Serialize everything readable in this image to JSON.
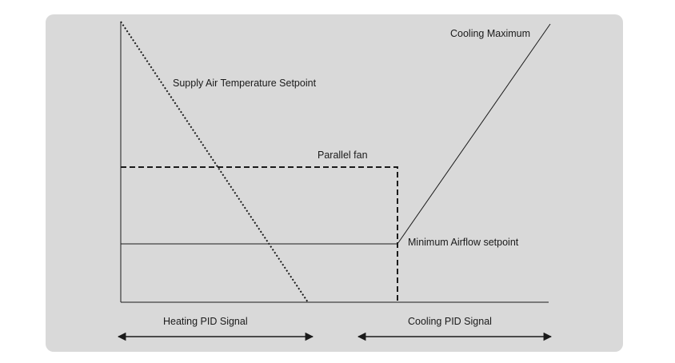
{
  "diagram": {
    "labels": {
      "cooling_maximum": "Cooling Maximum",
      "supply_air_setpoint": "Supply Air Temperature Setpoint",
      "parallel_fan": "Parallel fan",
      "minimum_airflow": "Minimum Airflow setpoint",
      "heating_signal": "Heating PID Signal",
      "cooling_signal": "Cooling PID Signal"
    },
    "colors": {
      "panel_background": "#d9d9d9",
      "line": "#1a1a1a"
    }
  }
}
